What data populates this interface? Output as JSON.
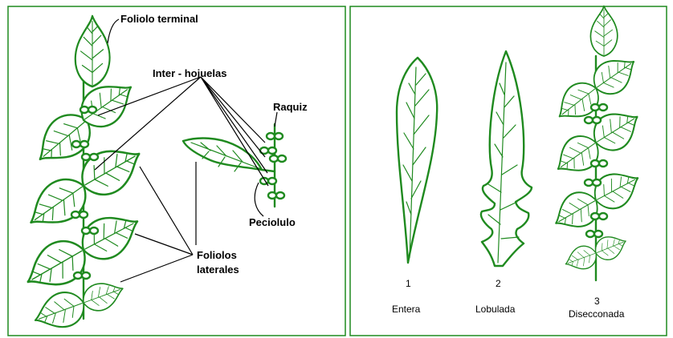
{
  "labels": {
    "foliolo_terminal": "Foliolo terminal",
    "inter_hojuelas": "Inter - hojuelas",
    "raquiz": "Raquiz",
    "peciolulo": "Peciolulo",
    "foliolos_line1": "Foliolos",
    "foliolos_line2": "laterales"
  },
  "types": [
    {
      "number": "1",
      "name": "Entera"
    },
    {
      "number": "2",
      "name": "Lobulada"
    },
    {
      "number": "3",
      "name": "Disecconada"
    }
  ],
  "colors": {
    "leaf_stroke": "#1f8a1f",
    "frame": "#1f8a1f",
    "text": "#000000",
    "background": "#ffffff"
  }
}
